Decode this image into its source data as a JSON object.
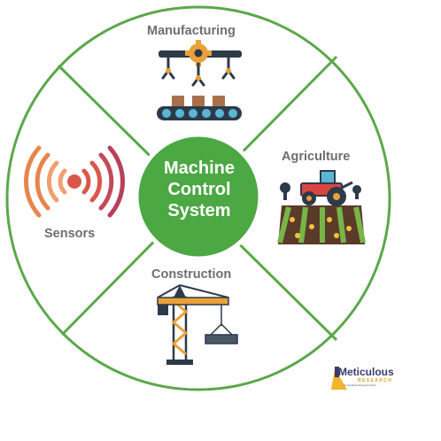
{
  "diagram": {
    "center": {
      "lines": [
        "Machine",
        "Control",
        "System"
      ]
    },
    "segments": [
      {
        "label": "Manufacturing",
        "icon": "conveyor-robot-arms-icon"
      },
      {
        "label": "Agriculture",
        "icon": "tractor-field-icon"
      },
      {
        "label": "Construction",
        "icon": "tower-crane-icon"
      },
      {
        "label": "Sensors",
        "icon": "sensor-signal-icon"
      }
    ]
  },
  "brand": {
    "name": "Meticulous",
    "sub": "RESEARCH",
    "tagline": "Trusted Market Research Partner"
  },
  "colors": {
    "ring": "#5aa84a",
    "center": "#4ba843",
    "label": "#6e6e6e"
  }
}
